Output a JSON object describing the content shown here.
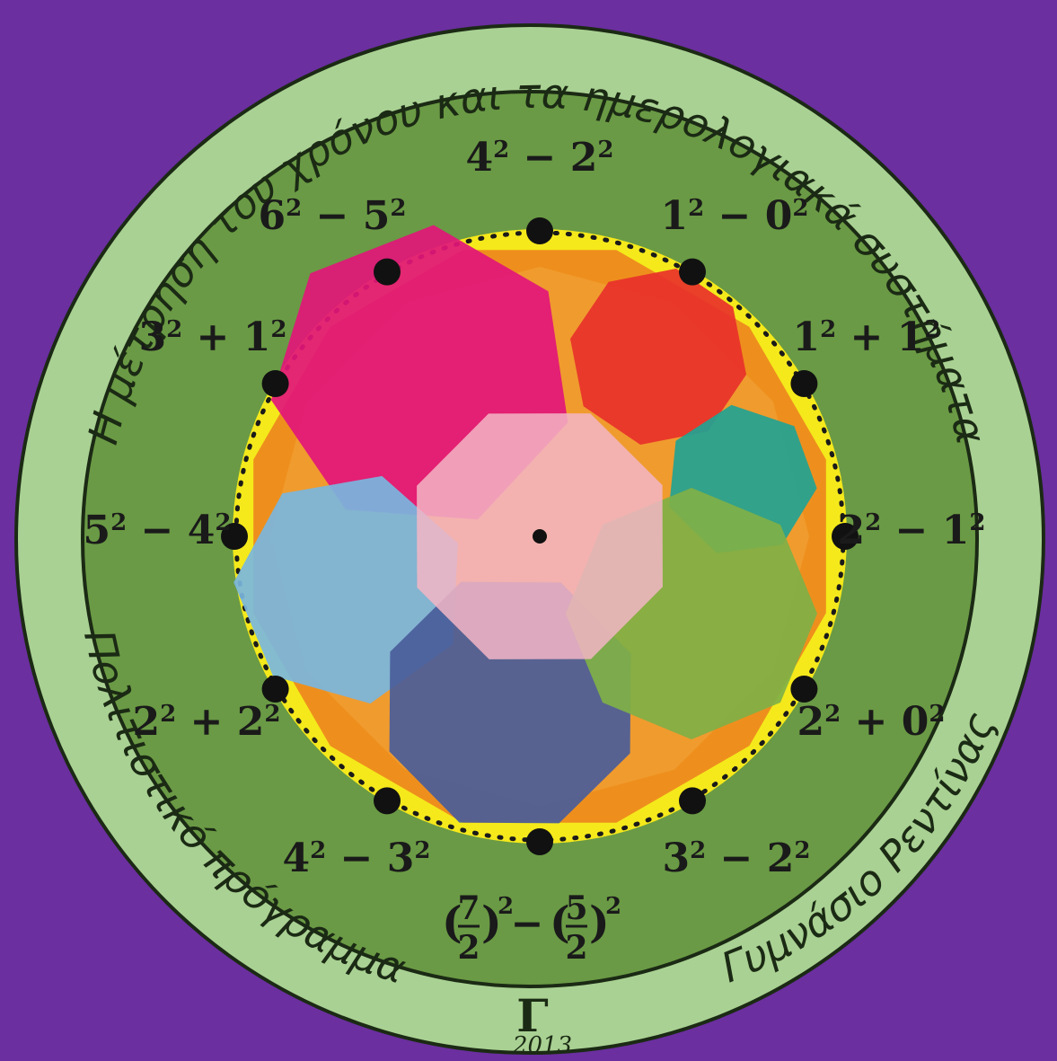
{
  "colors": {
    "background": "#6b2fa0",
    "outer_ring": "#a9d193",
    "inner_disc": "#6a9a45",
    "yellow_band": "#f5e91b",
    "orange_fill": "#ee8f1d"
  },
  "ring_text": {
    "top": "Η μέτρηση του χρόνου και τα ημερολογιακά συστήματα",
    "bottom_left": "Πολιτιστικό πρόγραμμα",
    "bottom_right": "Γυμνάσιο Ρεντίνας"
  },
  "logo": {
    "letter": "Γ",
    "year": "2013"
  },
  "hour_labels": [
    {
      "id": "h12",
      "base1": "4",
      "exp1": "2",
      "op": "−",
      "base2": "2",
      "exp2": "2"
    },
    {
      "id": "h1",
      "base1": "1",
      "exp1": "2",
      "op": "−",
      "base2": "0",
      "exp2": "2"
    },
    {
      "id": "h2",
      "base1": "1",
      "exp1": "2",
      "op": "+",
      "base2": "1",
      "exp2": "2"
    },
    {
      "id": "h3",
      "base1": "2",
      "exp1": "2",
      "op": "−",
      "base2": "1",
      "exp2": "2"
    },
    {
      "id": "h4",
      "base1": "2",
      "exp1": "2",
      "op": "+",
      "base2": "0",
      "exp2": "2"
    },
    {
      "id": "h5",
      "base1": "3",
      "exp1": "2",
      "op": "−",
      "base2": "2",
      "exp2": "2"
    },
    {
      "id": "h6",
      "num1": "7",
      "den1": "2",
      "exp1": "2",
      "op": "−",
      "num2": "5",
      "den2": "2",
      "exp2": "2"
    },
    {
      "id": "h7",
      "base1": "4",
      "exp1": "2",
      "op": "−",
      "base2": "3",
      "exp2": "2"
    },
    {
      "id": "h8",
      "base1": "2",
      "exp1": "2",
      "op": "+",
      "base2": "2",
      "exp2": "2"
    },
    {
      "id": "h9",
      "base1": "5",
      "exp1": "2",
      "op": "−",
      "base2": "4",
      "exp2": "2"
    },
    {
      "id": "h10",
      "base1": "3",
      "exp1": "2",
      "op": "+",
      "base2": "1",
      "exp2": "2"
    },
    {
      "id": "h11",
      "base1": "6",
      "exp1": "2",
      "op": "−",
      "base2": "5",
      "exp2": "2"
    }
  ],
  "polygons": [
    {
      "name": "magenta-polygon",
      "color": "#e2167a"
    },
    {
      "name": "red-polygon",
      "color": "#e8312a"
    },
    {
      "name": "teal-polygon",
      "color": "#22a392"
    },
    {
      "name": "light-blue-polygon",
      "color": "#7ab6de"
    },
    {
      "name": "navy-polygon",
      "color": "#4a5d9a"
    },
    {
      "name": "olive-green-polygon",
      "color": "#7fb046"
    },
    {
      "name": "pink-center-polygon",
      "color": "#f3b6c6"
    }
  ]
}
